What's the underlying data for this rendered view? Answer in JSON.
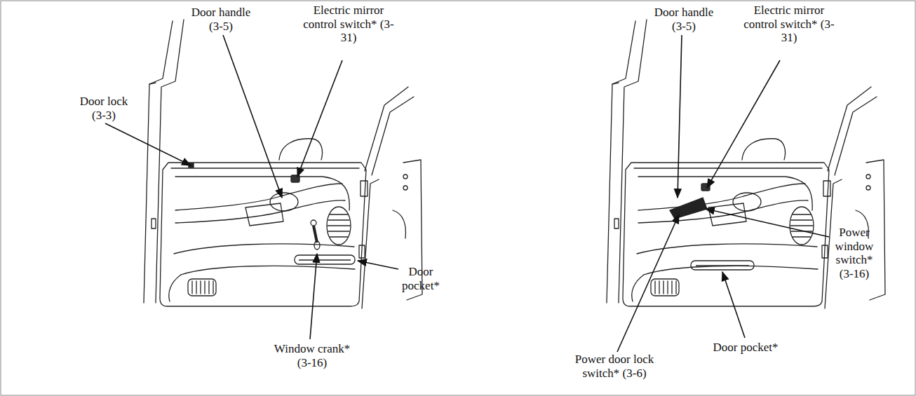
{
  "diagram": {
    "labels": [
      "Door handle (3-5)",
      "Electric mirror control switch* (3-31)",
      "Door lock (3-3)",
      "Door pocket*",
      "Window crank* (3-16)",
      "Door handle (3-5)",
      "Electric mirror control switch* (3-31)",
      "Power window switch* (3-16)",
      "Door pocket*",
      "Power door lock switch* (3-6)"
    ]
  }
}
